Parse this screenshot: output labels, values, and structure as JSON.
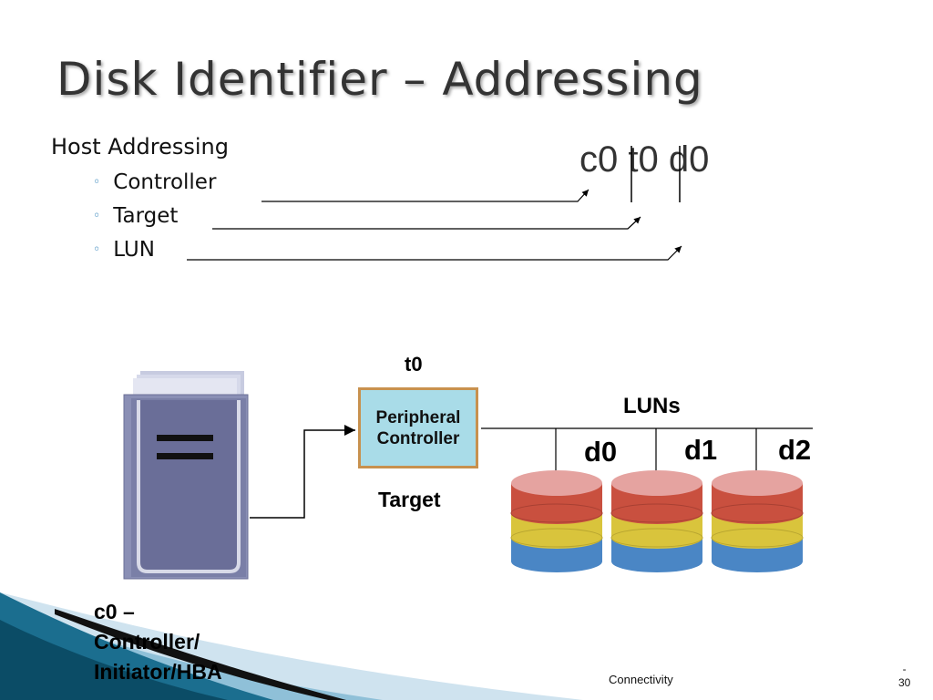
{
  "slide": {
    "title": "Disk Identifier – Addressing",
    "bullet_main": "Host Addressing",
    "sub_bullets": [
      {
        "label": "Controller"
      },
      {
        "label": "Target"
      },
      {
        "label": "LUN"
      }
    ],
    "address_code": "c0 t0 d0"
  },
  "diagram": {
    "target_id": "t0",
    "peripheral_controller": [
      "Peripheral",
      "Controller"
    ],
    "target_label": "Target",
    "luns_label": "LUNs",
    "luns": [
      "d0",
      "d1",
      "d2"
    ],
    "controller_label": [
      "c0 –",
      "Controller/",
      "Initiator/HBA"
    ]
  },
  "footer": {
    "center": "Connectivity",
    "page_dash": "-",
    "page_number": "30"
  },
  "colors": {
    "title": "#333333",
    "bullet_marker": "#2b7fb8",
    "disk_red": "#c9503f",
    "disk_yellow": "#d9c43c",
    "disk_blue": "#4a86c5",
    "disk_top": "#e5a3a0",
    "server_body": "#7a7fa7",
    "controller_fill": "#a9dce8",
    "controller_border": "#c8914e",
    "swoosh_dark": "#0b4c66",
    "swoosh_light": "#cfe3ef"
  },
  "icons": {
    "server": "server-tower-icon",
    "disk": "disk-stack-icon",
    "bullet": "circle-bullet-icon"
  }
}
